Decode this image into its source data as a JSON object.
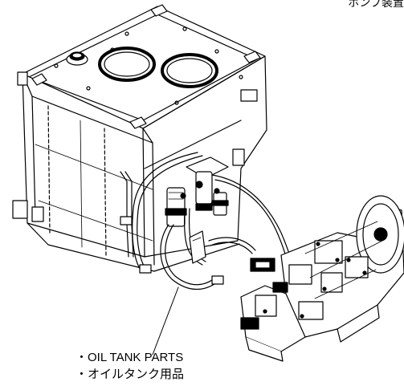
{
  "caption_top": "ポンプ装置",
  "part_labels": [
    "・OIL TANK PARTS",
    "・オイルタンク用品"
  ],
  "colors": {
    "line": "#000000",
    "background": "#ffffff"
  }
}
